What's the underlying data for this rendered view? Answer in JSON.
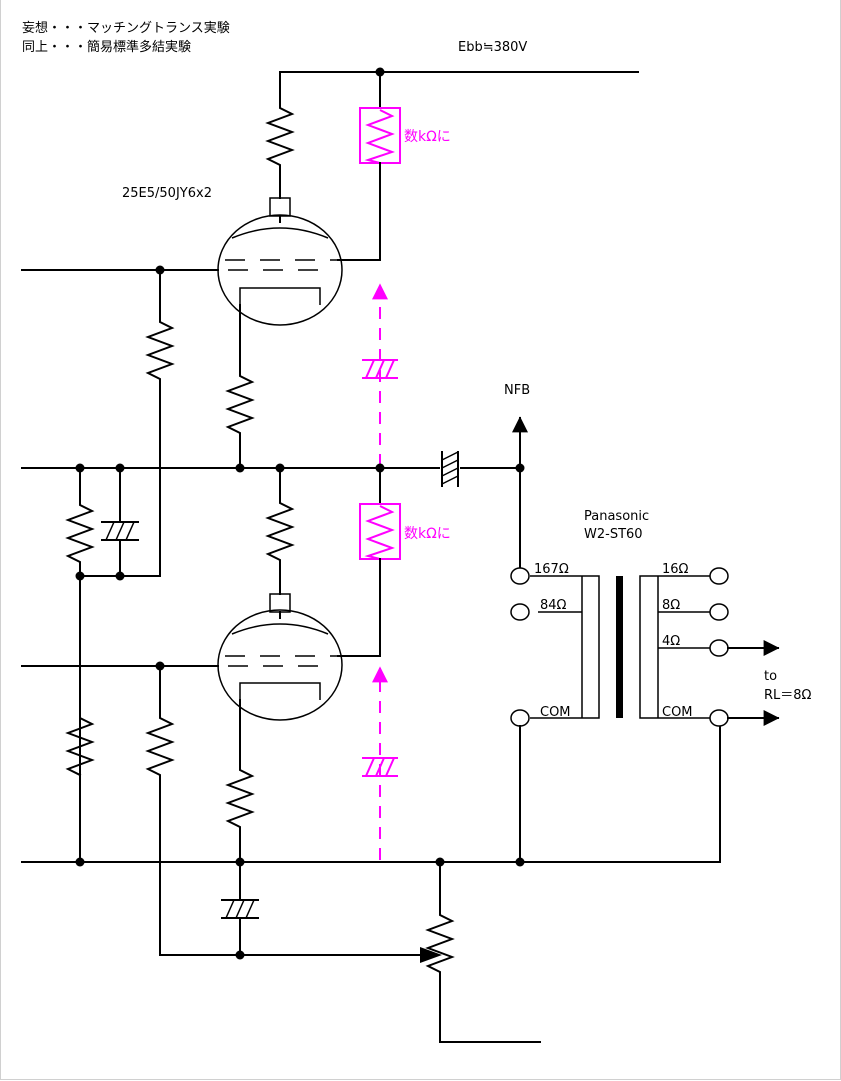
{
  "header": {
    "line1": "妄想・・・マッチングトランス実験",
    "line2": "同上・・・簡易標準多結実験"
  },
  "labels": {
    "supply": "Ebb≒380V",
    "tube": "25E5/50JY6x2",
    "nfb": "NFB",
    "note_upper": "数kΩに",
    "note_lower": "数kΩに",
    "transformer_brand": "Panasonic",
    "transformer_model": "W2-ST60",
    "pri_167": "167Ω",
    "pri_84": "84Ω",
    "pri_com": "COM",
    "sec_16": "16Ω",
    "sec_8": "8Ω",
    "sec_4": "4Ω",
    "sec_com": "COM",
    "to": "to",
    "load": "RL＝8Ω"
  },
  "colors": {
    "wire": "#000000",
    "modification": "#ff00ff"
  }
}
